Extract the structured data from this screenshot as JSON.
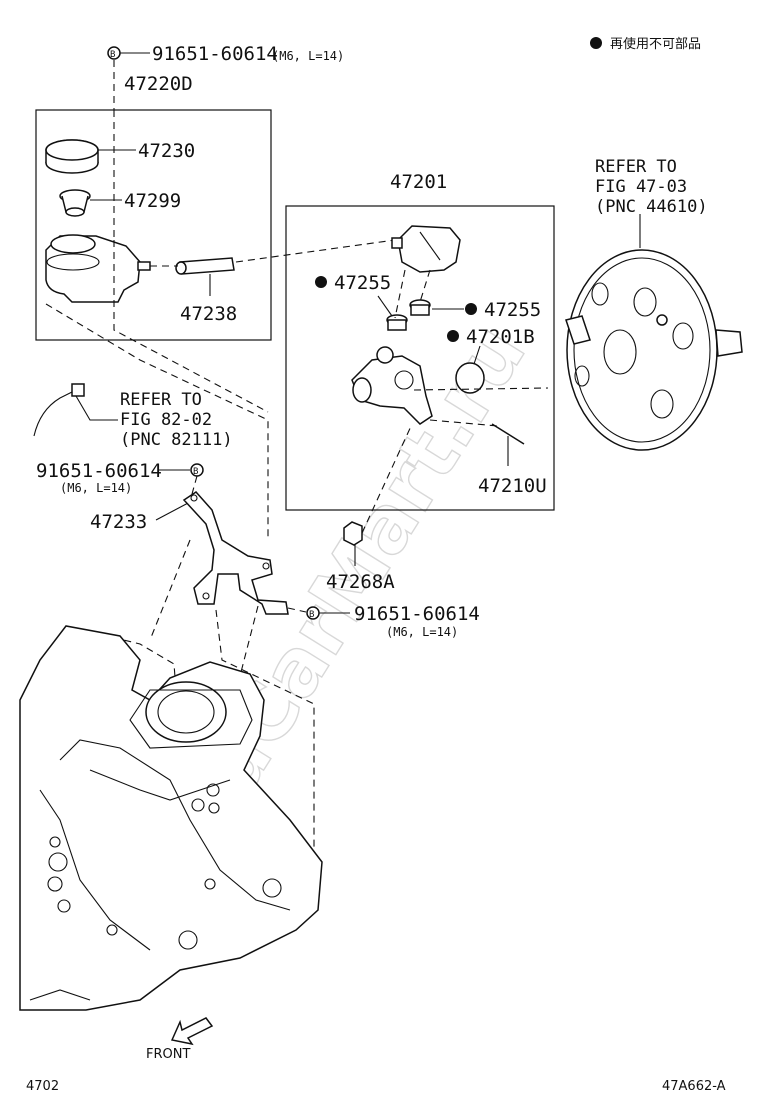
{
  "watermark": "ToyotaCarMart.ru",
  "legend": {
    "symbol": "●",
    "text": "再使用不可部品"
  },
  "bolt_symbol": "B",
  "labels": {
    "bolt_top_code": "91651-60614",
    "bolt_top_spec": "(M6, L=14)",
    "p47220D": "47220D",
    "p47230": "47230",
    "p47299": "47299",
    "p47238": "47238",
    "p47201": "47201",
    "p47255a": "47255",
    "p47255b": "47255",
    "p47201B": "47201B",
    "p47210U": "47210U",
    "p47268A": "47268A",
    "p47233": "47233",
    "refer1": [
      "REFER TO",
      "FIG 47-03",
      "(PNC 44610)"
    ],
    "refer2": [
      "REFER TO",
      "FIG 82-02",
      "(PNC 82111)"
    ],
    "bolt_mid_code": "91651-60614",
    "bolt_mid_spec": "(M6, L=14)",
    "bolt_low_code": "91651-60614",
    "bolt_low_spec": "(M6, L=14)",
    "front": "FRONT"
  },
  "footer": {
    "page": "4702",
    "figure": "47A662-A"
  }
}
